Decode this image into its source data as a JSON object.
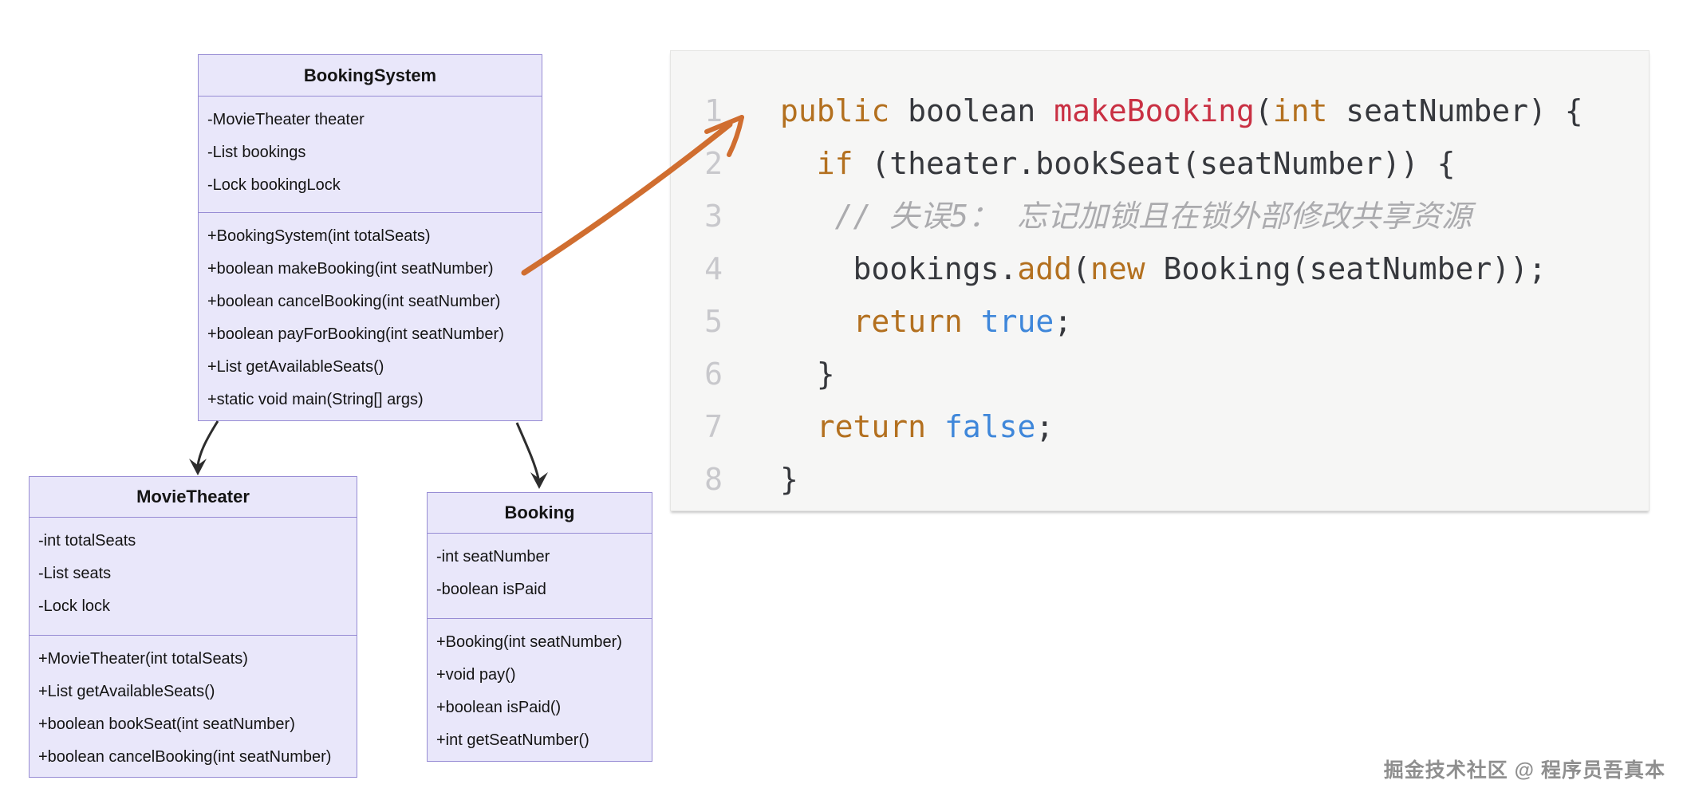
{
  "diagram": {
    "classes": [
      {
        "id": "bookingsystem",
        "title": "BookingSystem",
        "attributes": [
          "-MovieTheater theater",
          "-List bookings",
          "-Lock bookingLock"
        ],
        "methods": [
          "+BookingSystem(int totalSeats)",
          "+boolean makeBooking(int seatNumber)",
          "+boolean cancelBooking(int seatNumber)",
          "+boolean payForBooking(int seatNumber)",
          "+List getAvailableSeats()",
          "+static void main(String[] args)"
        ]
      },
      {
        "id": "movietheater",
        "title": "MovieTheater",
        "attributes": [
          "-int totalSeats",
          "-List seats",
          "-Lock lock"
        ],
        "methods": [
          "+MovieTheater(int totalSeats)",
          "+List getAvailableSeats()",
          "+boolean bookSeat(int seatNumber)",
          "+boolean cancelBooking(int seatNumber)"
        ]
      },
      {
        "id": "booking",
        "title": "Booking",
        "attributes": [
          "-int seatNumber",
          "-boolean isPaid"
        ],
        "methods": [
          "+Booking(int seatNumber)",
          "+void pay()",
          "+boolean isPaid()",
          "+int getSeatNumber()"
        ]
      }
    ],
    "colors": {
      "box_fill": "#e9e7fa",
      "box_border": "#978cd4",
      "connector": "#2d2d2d",
      "highlight_arrow": "#d06e30"
    }
  },
  "code_panel": {
    "background": "#f6f6f5",
    "line_numbers": [
      "1",
      "2",
      "3",
      "4",
      "5",
      "6",
      "7",
      "8"
    ],
    "lines": [
      [
        [
          "k",
          "public"
        ],
        [
          "p",
          " boolean "
        ],
        [
          "f",
          "makeBooking"
        ],
        [
          "p",
          "("
        ],
        [
          "k",
          "int"
        ],
        [
          "p",
          " seatNumber) {"
        ]
      ],
      [
        [
          "p",
          "  "
        ],
        [
          "k",
          "if"
        ],
        [
          "p",
          " (theater.bookSeat(seatNumber)) {"
        ]
      ],
      [
        [
          "c",
          "   // 失误5： 忘记加锁且在锁外部修改共享资源"
        ]
      ],
      [
        [
          "p",
          "    bookings."
        ],
        [
          "k",
          "add"
        ],
        [
          "p",
          "("
        ],
        [
          "k",
          "new"
        ],
        [
          "p",
          " Booking(seatNumber));"
        ]
      ],
      [
        [
          "p",
          "    "
        ],
        [
          "k",
          "return"
        ],
        [
          "p",
          " "
        ],
        [
          "b",
          "true"
        ],
        [
          "p",
          ";"
        ]
      ],
      [
        [
          "p",
          "  }"
        ]
      ],
      [
        [
          "p",
          "  "
        ],
        [
          "k",
          "return"
        ],
        [
          "p",
          " "
        ],
        [
          "b",
          "false"
        ],
        [
          "p",
          ";"
        ]
      ],
      [
        [
          "p",
          "}"
        ]
      ]
    ],
    "colors": {
      "keyword": "#b3701f",
      "function": "#c93043",
      "boolean": "#3f87da",
      "comment": "#ababae",
      "plain": "#36383d",
      "line_number": "#c8c8cc"
    }
  },
  "watermark": {
    "text": "掘金技术社区 @ 程序员吾真本"
  }
}
